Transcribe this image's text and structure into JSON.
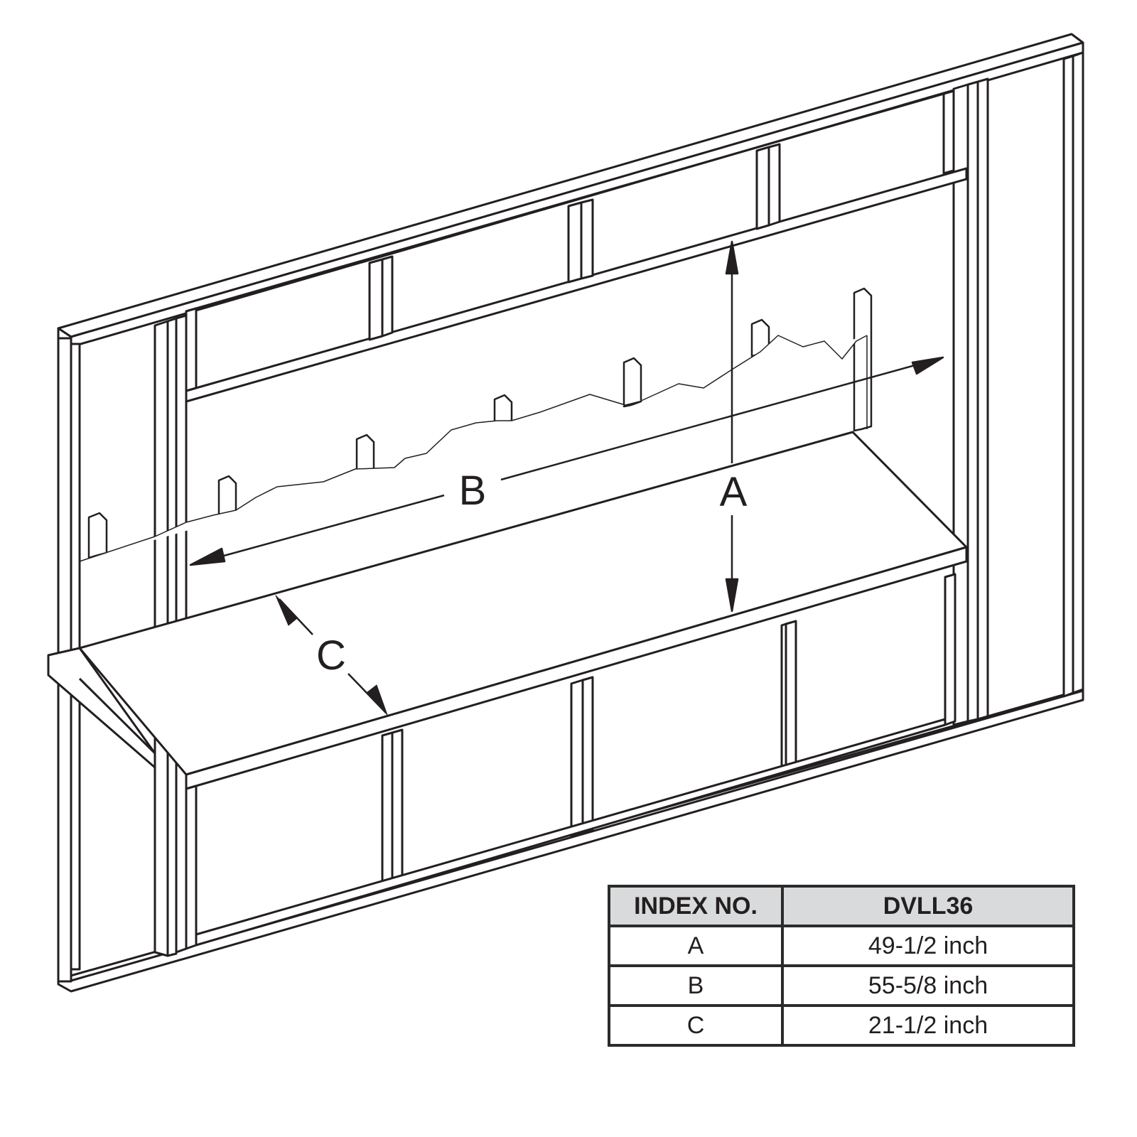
{
  "diagram": {
    "labels": {
      "a": "A",
      "b": "B",
      "c": "C"
    }
  },
  "table": {
    "headers": [
      "INDEX NO.",
      "DVLL36"
    ],
    "rows": [
      {
        "index": "A",
        "value": "49-1/2 inch"
      },
      {
        "index": "B",
        "value": "55-5/8 inch"
      },
      {
        "index": "C",
        "value": "21-1/2 inch"
      }
    ],
    "header_color": "#d9dadb"
  }
}
